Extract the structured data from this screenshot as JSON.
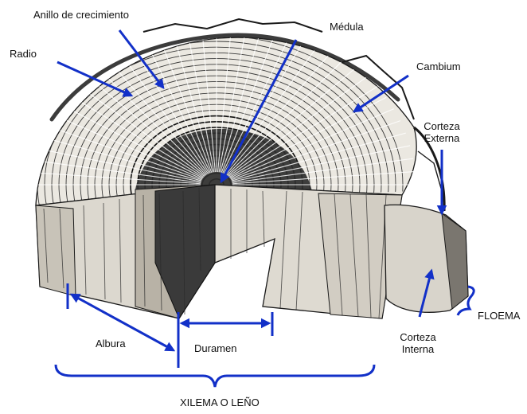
{
  "labels": {
    "anillo": "Anillo de crecimiento",
    "medula": "Médula",
    "radio": "Radio",
    "cambium": "Cambium",
    "corteza_externa_1": "Corteza",
    "corteza_externa_2": "Externa",
    "corteza_interna_1": "Corteza",
    "corteza_interna_2": "Interna",
    "floema": "FLOEMA",
    "albura": "Albura",
    "duramen": "Duramen",
    "xilema": "XILEMA O LEÑO"
  },
  "colors": {
    "arrow": "#1230c8",
    "ink": "#1a1a1a",
    "wood_light": "#e9e6df",
    "wood_mid": "#bdb8ad",
    "heartwood": "#2b2b2b"
  }
}
